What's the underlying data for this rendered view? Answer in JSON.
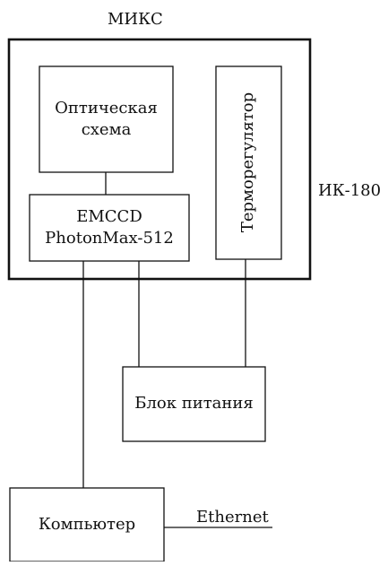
{
  "diagram": {
    "title": "МИКС",
    "enclosure_label": "ИК-180",
    "blocks": {
      "optics_line1": "Оптическая",
      "optics_line2": "схема",
      "camera_line1": "EMCCD",
      "camera_line2": "PhotonMax-512",
      "thermo": "Терморегулятор",
      "power": "Блок питания",
      "computer": "Компьютер"
    },
    "network_label": "Ethernet",
    "line_color": "#111111"
  }
}
